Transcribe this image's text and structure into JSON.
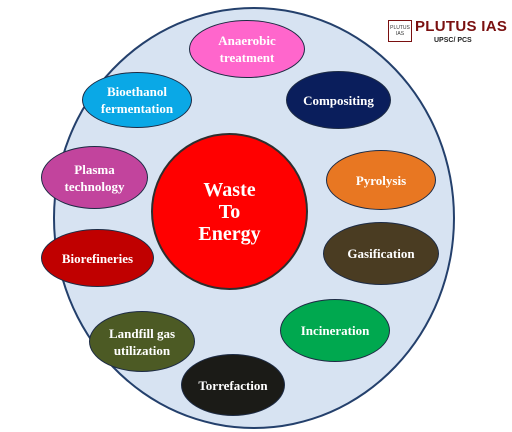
{
  "center": {
    "label": "Waste\nTo\nEnergy",
    "color": "#ff0000"
  },
  "nodes": {
    "anaerobic": {
      "label": "Anaerobic\ntreatment",
      "color": "#ff66cc"
    },
    "composting": {
      "label": "Compositing",
      "color": "#0a1e5c"
    },
    "bioethanol": {
      "label": "Bioethanol\nfermentation",
      "color": "#0aa8e6"
    },
    "pyrolysis": {
      "label": "Pyrolysis",
      "color": "#e87722"
    },
    "plasma": {
      "label": "Plasma\ntechnology",
      "color": "#c2449d"
    },
    "gasification": {
      "label": "Gasification",
      "color": "#4a3c22"
    },
    "biorefineries": {
      "label": "Biorefineries",
      "color": "#c00000"
    },
    "incineration": {
      "label": "Incineration",
      "color": "#00a84f"
    },
    "landfill": {
      "label": "Landfill gas\nutilization",
      "color": "#4c5a24"
    },
    "torrefaction": {
      "label": "Torrefaction",
      "color": "#1b1b17"
    }
  },
  "logo": {
    "name": "PLUTUS IAS",
    "box_line1": "PLUTUS",
    "box_line2": "IAS",
    "tagline": "UPSC/ PCS",
    "color": "#7a1010"
  }
}
